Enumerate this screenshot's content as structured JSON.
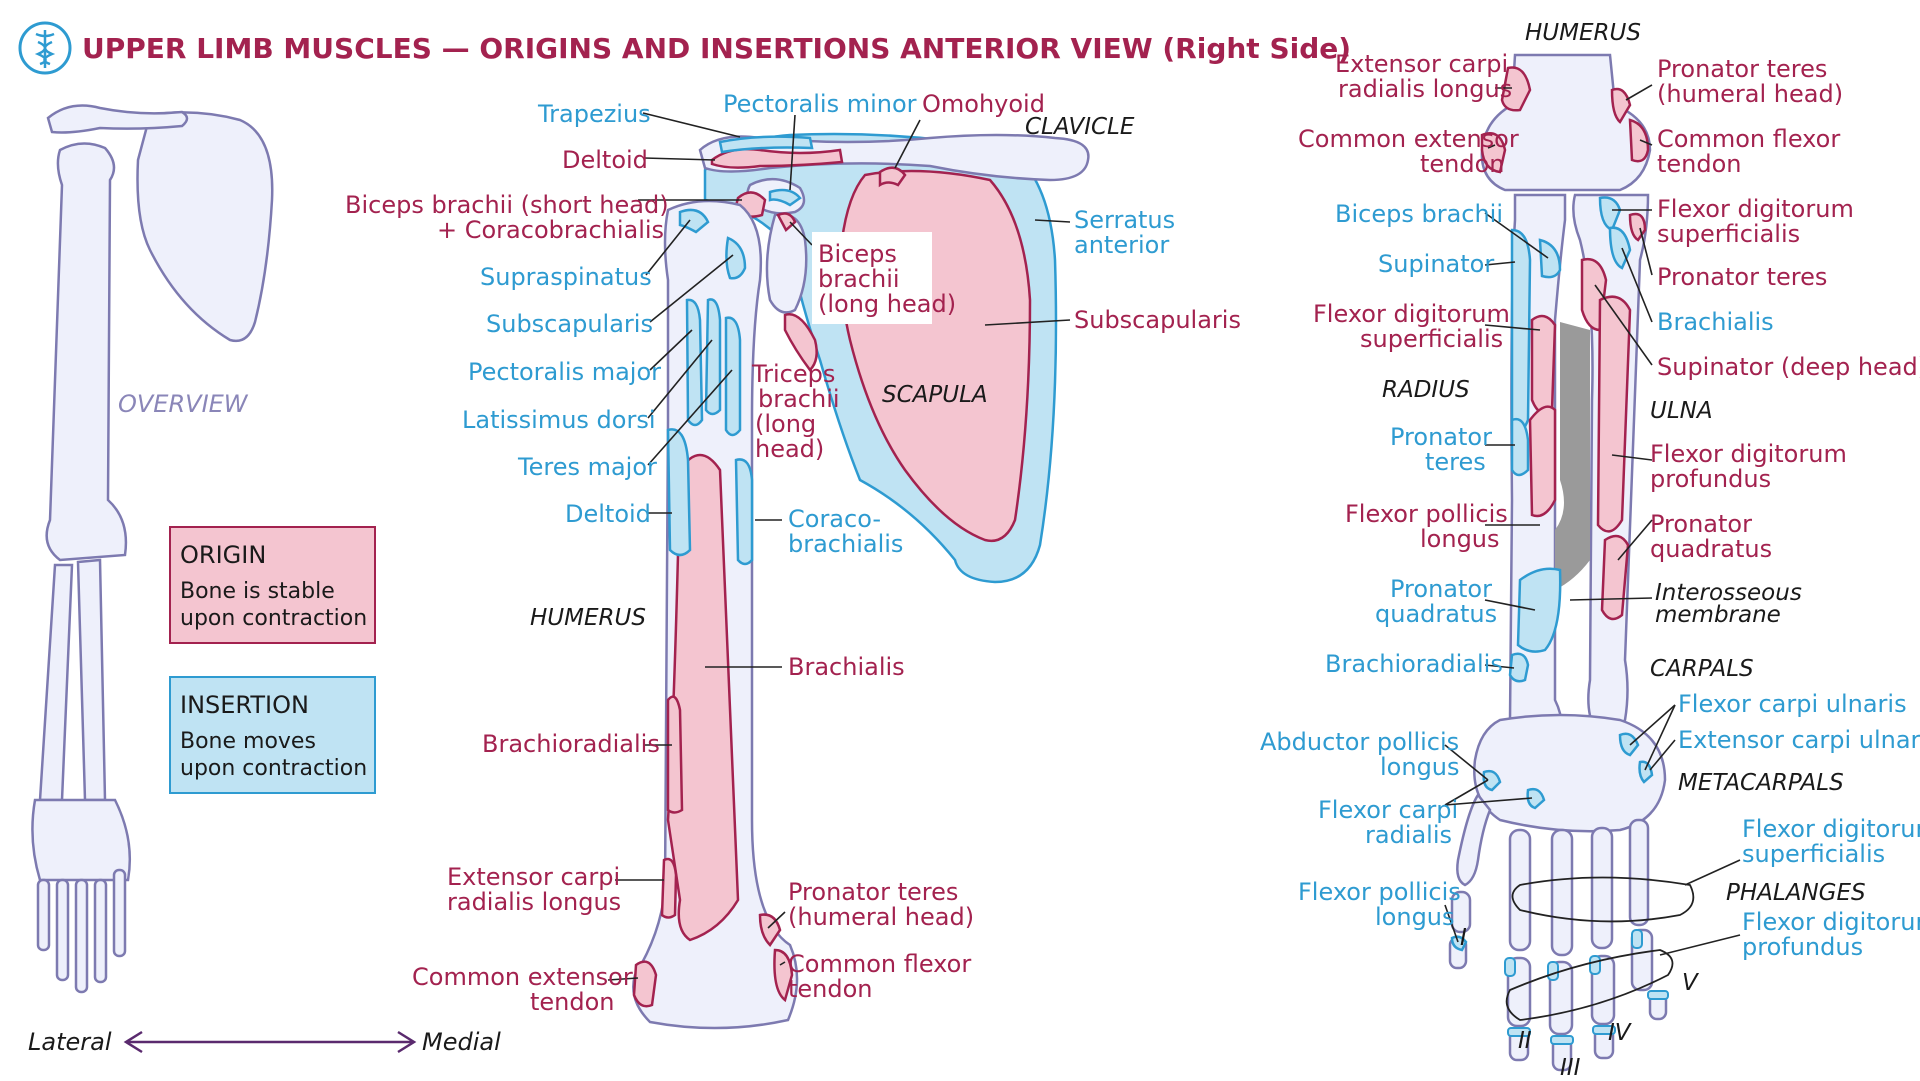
{
  "title": "UPPER LIMB MUSCLES — ORIGINS AND INSERTIONS ANTERIOR VIEW (Right Side)",
  "colors": {
    "origin": "#a3224f",
    "insertion": "#2e9bd1",
    "bone": "#eef0fb",
    "bone_outline": "#7d7ab0"
  },
  "logo_icon": "caduceus-icon",
  "overview": {
    "label": "OVERVIEW",
    "lateral": "Lateral",
    "medial": "Medial"
  },
  "legend": {
    "origin_title": "ORIGIN",
    "origin_line1": "Bone is stable",
    "origin_line2": "upon contraction",
    "insertion_title": "INSERTION",
    "insertion_line1": "Bone moves",
    "insertion_line2": "upon contraction"
  },
  "shoulder": {
    "bones": {
      "clavicle": "CLAVICLE",
      "scapula": "SCAPULA",
      "humerus": "HUMERUS"
    },
    "labels": {
      "trapezius": "Trapezius",
      "deltoid_origin": "Deltoid",
      "biceps_short_1": "Biceps brachii (short head)",
      "biceps_short_2": "+ Coracobrachialis",
      "supraspinatus": "Supraspinatus",
      "subscapularis_ins": "Subscapularis",
      "pectoralis_major": "Pectoralis major",
      "latissimus": "Latissimus dorsi",
      "teres_major": "Teres major",
      "deltoid_ins": "Deltoid",
      "pectoralis_minor": "Pectoralis minor",
      "omohyoid": "Omohyoid",
      "serratus_1": "Serratus",
      "serratus_2": "anterior",
      "subscapularis_origin": "Subscapularis",
      "biceps_long_1": "Biceps",
      "biceps_long_2": "brachii",
      "biceps_long_3": "(long head)",
      "triceps_1": "Triceps",
      "triceps_2": "brachii",
      "triceps_3": "(long",
      "triceps_4": "head)",
      "coraco_1": "Coraco-",
      "coraco_2": "brachialis",
      "brachialis": "Brachialis",
      "brachioradialis": "Brachioradialis",
      "ecrl_1": "Extensor carpi",
      "ecrl_2": "radialis longus",
      "pronator_teres_1": "Pronator teres",
      "pronator_teres_2": "(humeral head)",
      "common_ext_1": "Common extensor",
      "common_ext_2": "tendon",
      "common_flex_1": "Common flexor",
      "common_flex_2": "tendon"
    }
  },
  "forearm": {
    "bones": {
      "humerus": "HUMERUS",
      "radius": "RADIUS",
      "ulna": "ULNA",
      "carpals": "CARPALS",
      "metacarpals": "METACARPALS",
      "phalanges": "PHALANGES"
    },
    "labels": {
      "ecrl_1": "Extensor carpi",
      "ecrl_2": "radialis longus",
      "common_ext_1": "Common extensor",
      "common_ext_2": "tendon",
      "biceps": "Biceps brachii",
      "supinator": "Supinator",
      "fds_1": "Flexor digitorum",
      "fds_2": "superficialis",
      "pronator_teres_ins_1": "Pronator",
      "pronator_teres_ins_2": "teres",
      "fpl_1": "Flexor pollicis",
      "fpl_2": "longus",
      "pq_ins_1": "Pronator",
      "pq_ins_2": "quadratus",
      "brachioradialis": "Brachioradialis",
      "apl_1": "Abductor pollicis",
      "apl_2": "longus",
      "fcr_1": "Flexor carpi",
      "fcr_2": "radialis",
      "fpl_ins_1": "Flexor pollicis",
      "fpl_ins_2": "longus",
      "pt_origin_1": "Pronator teres",
      "pt_origin_2": "(humeral head)",
      "cft_1": "Common flexor",
      "cft_2": "tendon",
      "fds_origin_1": "Flexor digitorum",
      "fds_origin_2": "superficialis",
      "pt_ulnar": "Pronator teres",
      "brachialis_ins": "Brachialis",
      "supinator_deep": "Supinator (deep head)",
      "fdp_1": "Flexor digitorum",
      "fdp_2": "profundus",
      "pq_origin_1": "Pronator",
      "pq_origin_2": "quadratus",
      "interosseous_1": "Interosseous",
      "interosseous_2": "membrane",
      "fcu": "Flexor carpi ulnaris",
      "ecu": "Extensor carpi ulnaris",
      "fds_ins_1": "Flexor digitorum",
      "fds_ins_2": "superficialis",
      "fdp_ins_1": "Flexor digitorum",
      "fdp_ins_2": "profundus"
    },
    "digits": {
      "d1": "I",
      "d2": "II",
      "d3": "III",
      "d4": "IV",
      "d5": "V"
    }
  }
}
